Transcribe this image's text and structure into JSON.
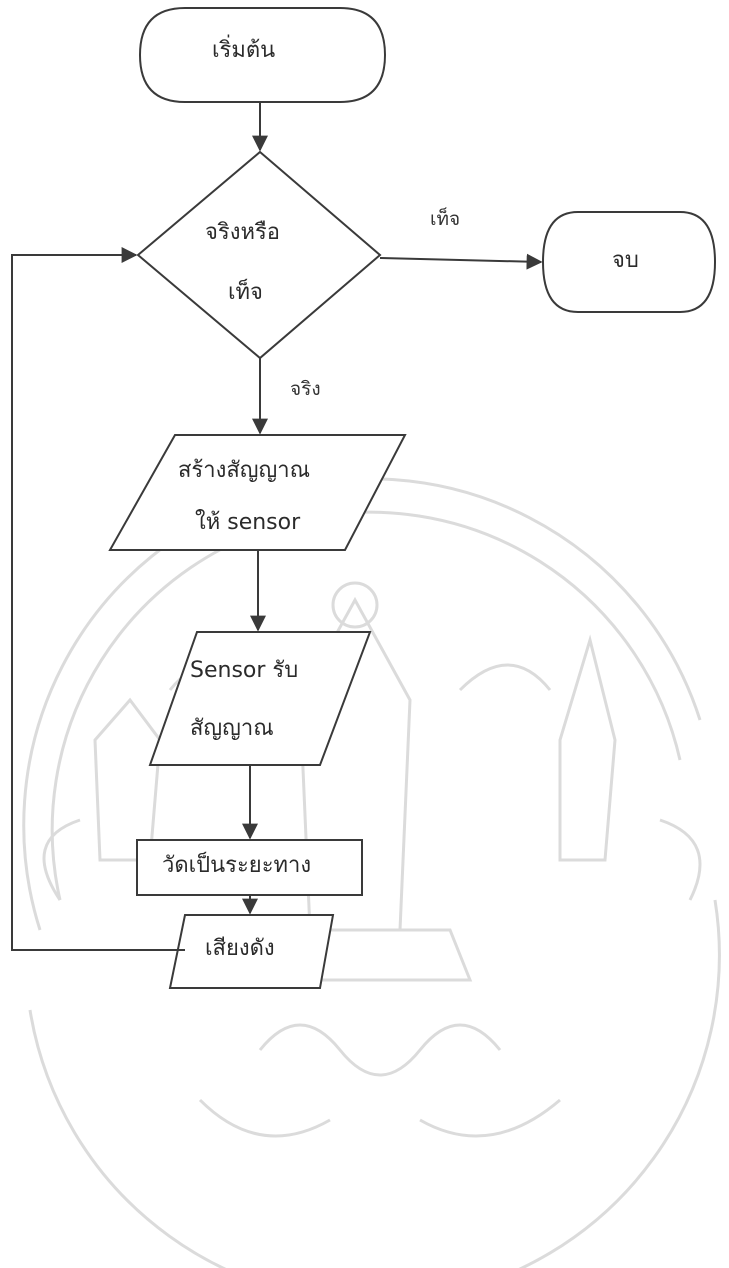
{
  "flowchart": {
    "start": "เริ่มต้น",
    "decision": {
      "line1": "จริงหรือ",
      "line2": "เท็จ"
    },
    "end": "จบ",
    "false_label": "เท็จ",
    "true_label": "จริง",
    "step1": {
      "line1": "สร้างสัญญาณ",
      "line2": "ให้ sensor"
    },
    "step2": {
      "line1": "Sensor รับ",
      "line2": "สัญญาณ"
    },
    "step3": "วัดเป็นระยะทาง",
    "step4": "เสียงดัง"
  },
  "colors": {
    "line": "#3a3a3a",
    "watermark": "#c9c9c9"
  },
  "watermark_icon": "university-seal-watermark"
}
